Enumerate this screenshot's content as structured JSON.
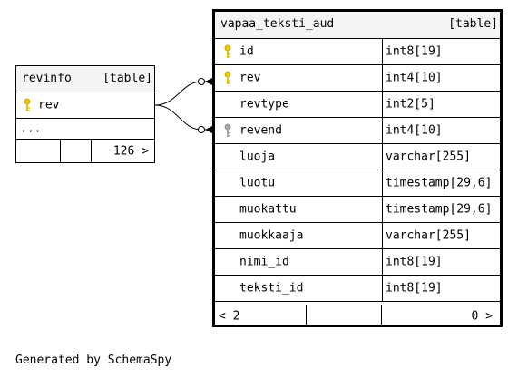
{
  "revinfo": {
    "name": "revinfo",
    "kind": "[table]",
    "columns": [
      {
        "name": "rev",
        "key": "primary"
      }
    ],
    "ellipsis": "...",
    "footer_count": "126 >"
  },
  "vapaa": {
    "name": "vapaa_teksti_aud",
    "kind": "[table]",
    "columns": [
      {
        "name": "id",
        "type": "int8[19]",
        "key": "primary"
      },
      {
        "name": "rev",
        "type": "int4[10]",
        "key": "primary"
      },
      {
        "name": "revtype",
        "type": "int2[5]",
        "key": "none"
      },
      {
        "name": "revend",
        "type": "int4[10]",
        "key": "foreign"
      },
      {
        "name": "luoja",
        "type": "varchar[255]",
        "key": "none"
      },
      {
        "name": "luotu",
        "type": "timestamp[29,6]",
        "key": "none"
      },
      {
        "name": "muokattu",
        "type": "timestamp[29,6]",
        "key": "none"
      },
      {
        "name": "muokkaaja",
        "type": "varchar[255]",
        "key": "none"
      },
      {
        "name": "nimi_id",
        "type": "int8[19]",
        "key": "none"
      },
      {
        "name": "teksti_id",
        "type": "int8[19]",
        "key": "none"
      }
    ],
    "footer_left": "< 2",
    "footer_right": "0 >"
  },
  "footer": "Generated by SchemaSpy",
  "colors": {
    "primary_key": "#e8c800",
    "foreign_key": "#a8a8a8",
    "header_bg": "#f4f4f4"
  }
}
